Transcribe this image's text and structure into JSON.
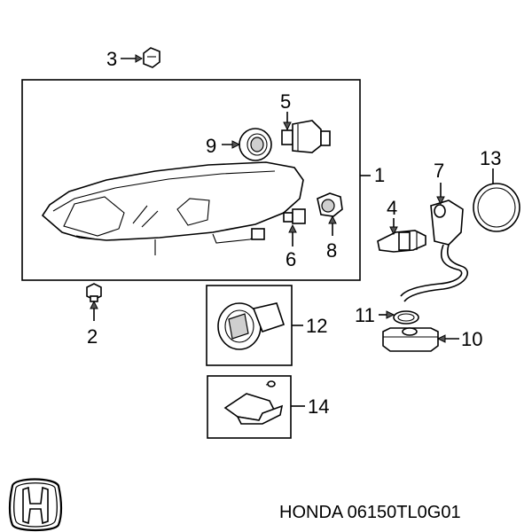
{
  "callouts": {
    "c1": "1",
    "c2": "2",
    "c3": "3",
    "c4": "4",
    "c5": "5",
    "c6": "6",
    "c7": "7",
    "c8": "8",
    "c9": "9",
    "c10": "10",
    "c11": "11",
    "c12": "12",
    "c13": "13",
    "c14": "14"
  },
  "caption": {
    "part_number": "HONDA 06150TL0G01"
  },
  "logo": {
    "brand": "HONDA",
    "glyph": "H"
  },
  "colors": {
    "line": "#000000",
    "shade": "#cfcfcf",
    "background": "#ffffff"
  }
}
